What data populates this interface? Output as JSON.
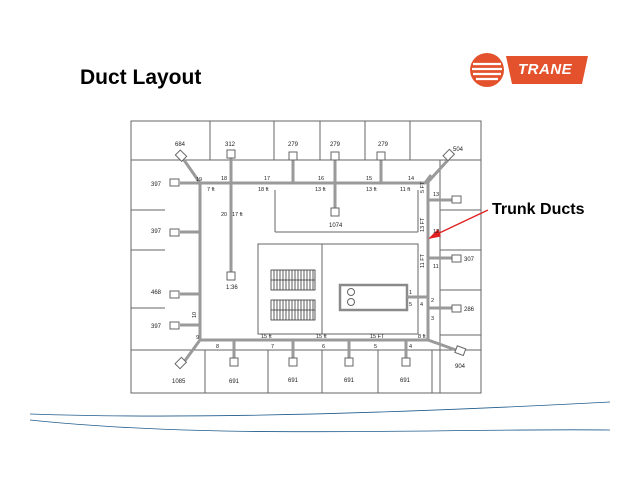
{
  "slide": {
    "title": "Duct Layout",
    "callout": "Trunk Ducts"
  },
  "brand": {
    "name": "TRANE",
    "color": "#e3522c"
  },
  "colors": {
    "duct": "#9a9a9a",
    "wall": "#666666",
    "callout": "#e02020"
  },
  "diffuser_cfm": [
    "684",
    "312",
    "279",
    "279",
    "279",
    "504",
    "397",
    "397",
    "307",
    "468",
    "286",
    "397",
    "904",
    "1085",
    "691",
    "691",
    "691",
    "691",
    "1074",
    "1:36"
  ],
  "section_labels": [
    "19",
    "18",
    "17",
    "16",
    "15",
    "14",
    "7 ft",
    "18 ft",
    "13 ft",
    "13 ft",
    "11 ft",
    "20",
    "17 ft",
    "5 FT",
    "13",
    "13 FT",
    "12",
    "11 FT",
    "11",
    "1",
    "5",
    "2",
    "4",
    "3",
    "10",
    "9",
    "8",
    "7",
    "6",
    "5",
    "4",
    "15 ft",
    "15 ft",
    "15 FT",
    "8 ft"
  ]
}
